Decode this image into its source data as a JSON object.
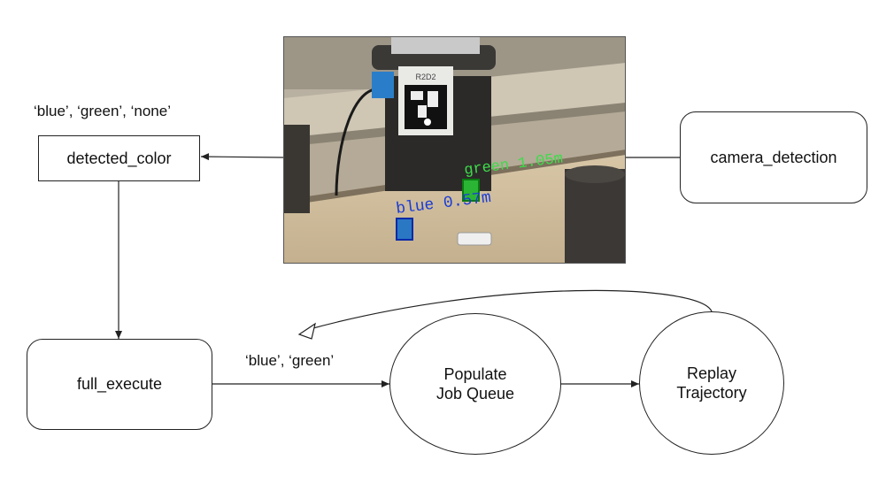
{
  "labels": {
    "color_options": "‘blue’, ‘green’, ‘none’",
    "queue_options": "‘blue’, ‘green’"
  },
  "nodes": {
    "detected_color": "detected_color",
    "camera_detection": "camera_detection",
    "full_execute": "full_execute",
    "populate_line1": "Populate",
    "populate_line2": "Job Queue",
    "replay_line1": "Replay",
    "replay_line2": "Trajectory"
  },
  "camera_image": {
    "marker_text": "R2D2",
    "green_detection": "green 1.05m",
    "blue_detection": "blue 0.57m",
    "colors": {
      "blue": "#1a3bd6",
      "green": "#3ddc4a"
    }
  }
}
